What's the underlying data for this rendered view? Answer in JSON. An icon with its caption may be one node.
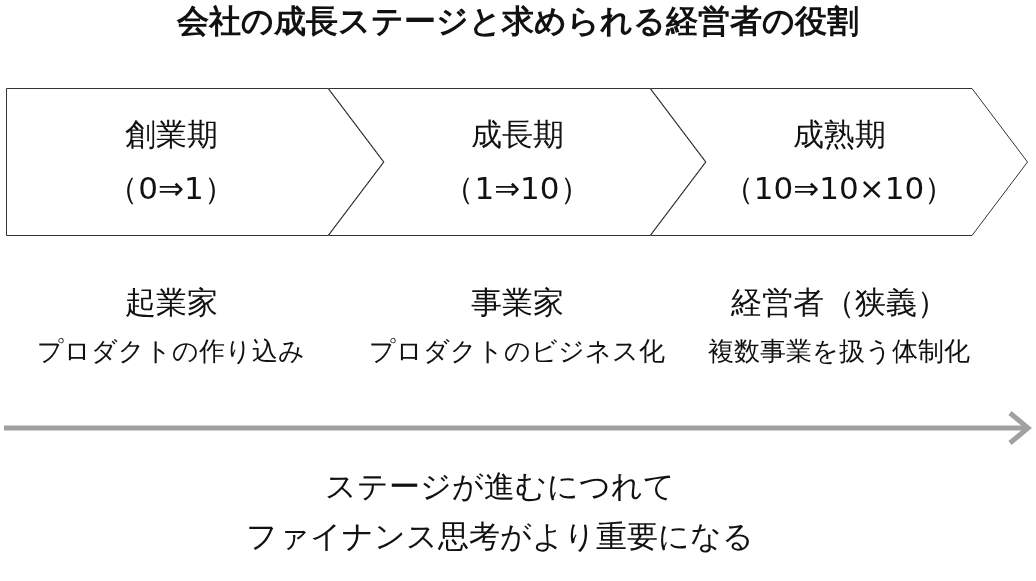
{
  "diagram": {
    "title": "会社の成長ステージと求められる経営者の役割",
    "nodes": [
      {
        "text": [
          "創業期",
          "（0⇒1）"
        ],
        "beside": [
          "起業家",
          "プロダクトの作り込み"
        ]
      },
      {
        "text": [
          "成長期",
          "（1⇒10）"
        ],
        "beside": [
          "事業家",
          "プロダクトのビジネス化"
        ]
      },
      {
        "text": [
          "成熟期",
          "（10⇒10×10）"
        ],
        "beside": [
          "経営者（狭義）",
          "複数事業を扱う体制化"
        ]
      }
    ],
    "labels": [
      "ステージが進むにつれてファイナンス思考がより重要になる"
    ]
  }
}
